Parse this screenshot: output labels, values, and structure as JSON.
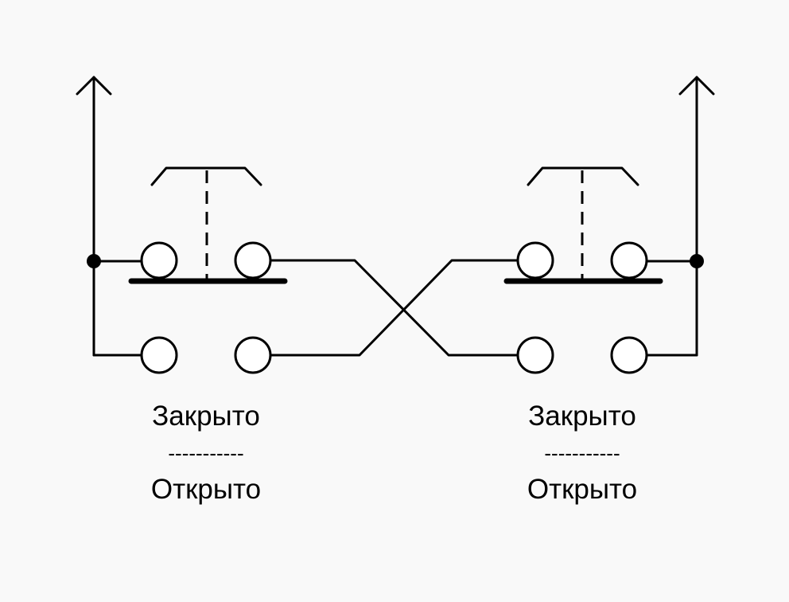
{
  "left_switch": {
    "closed_label": "Закрыто",
    "separator": "-----------",
    "open_label": "Открыто"
  },
  "right_switch": {
    "closed_label": "Закрыто",
    "separator": "-----------",
    "open_label": "Открыто"
  },
  "colors": {
    "line": "#000000",
    "background": "#f9f9f9",
    "contact_fill": "#ffffff"
  }
}
